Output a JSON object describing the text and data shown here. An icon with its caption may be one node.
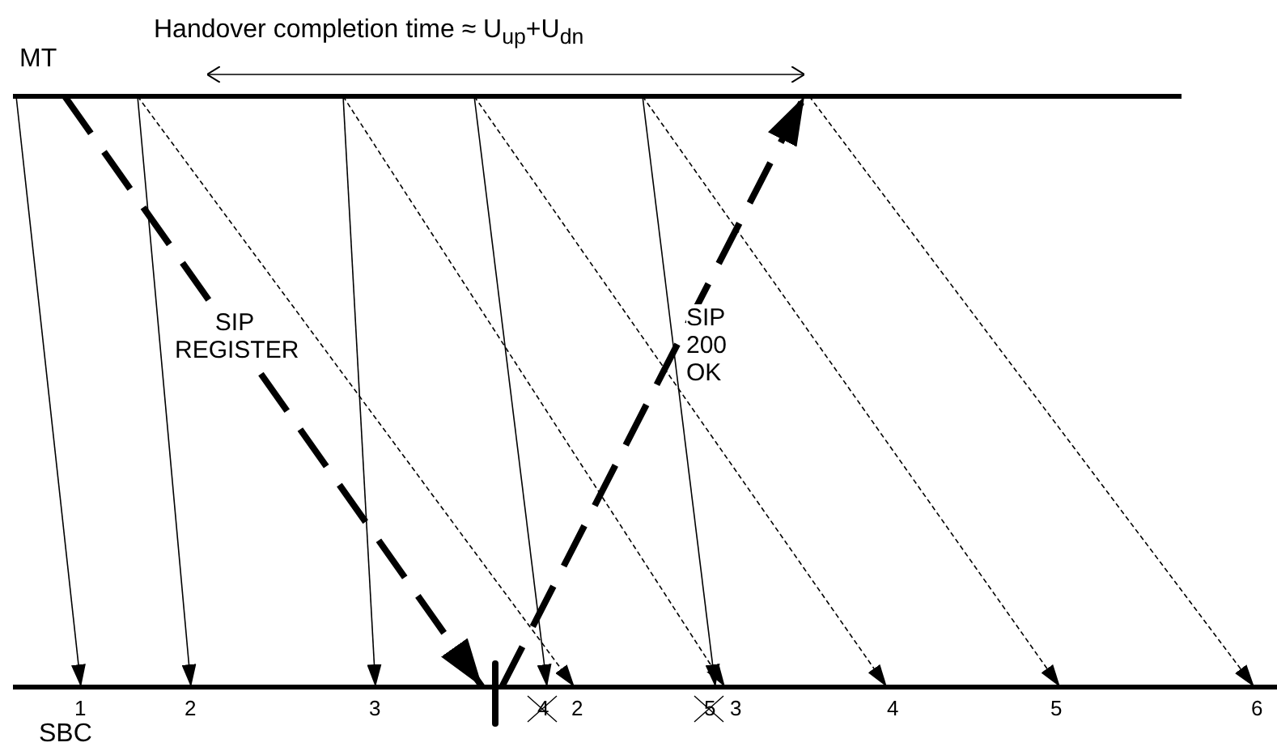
{
  "diagram": {
    "title": "Handover completion time ≈ U$_{up}$+U$_{dn}$",
    "nodes": [
      {
        "text": [
          "MT"
        ]
      },
      {
        "text": [
          "SBC"
        ]
      }
    ],
    "edges": [
      {
        "from": 0,
        "to": 1,
        "arrow": "to"
      },
      {
        "from": 0,
        "to": 1,
        "arrow": "to",
        "style": "dashed",
        "label": "SIP REGISTER"
      },
      {
        "from": 0,
        "to": 1,
        "arrow": "to"
      },
      {
        "from": 0,
        "to": 1,
        "arrow": "to",
        "style": "dashed"
      },
      {
        "from": 0,
        "to": 1,
        "arrow": "to"
      },
      {
        "from": 0,
        "to": 1,
        "arrow": "to",
        "style": "dashed"
      },
      {
        "from": 0,
        "to": 1,
        "arrow": "to"
      },
      {
        "from": 0,
        "to": 1,
        "arrow": "to",
        "style": "dashed"
      },
      {
        "from": 1,
        "to": 0,
        "arrow": "to",
        "style": "dashed",
        "label": "SIP 200 OK"
      },
      {
        "from": 0,
        "to": 1,
        "arrow": "to"
      },
      {
        "from": 0,
        "to": 1,
        "arrow": "to",
        "style": "dashed"
      },
      {
        "from": 0,
        "to": 1,
        "arrow": "to",
        "style": "dashed"
      }
    ],
    "labels": [
      "1",
      "2",
      "3",
      "4",
      "2",
      "5",
      "3",
      "4",
      "5",
      "6"
    ]
  }
}
